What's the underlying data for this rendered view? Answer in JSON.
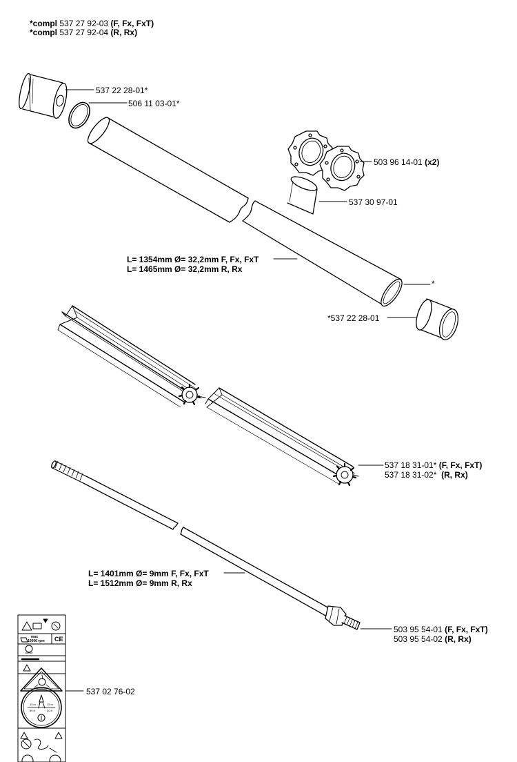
{
  "header": {
    "line1": {
      "prefix": "*compl",
      "number": "537 27 92-03",
      "models": "(F, Fx, FxT)"
    },
    "line2": {
      "prefix": "*compl",
      "number": "537 27 92-04",
      "models": "(R, Rx)"
    }
  },
  "parts": {
    "bushing_top": "537 22 28-01*",
    "o_ring": "506 11 03-01*",
    "vibration_damper": {
      "number": "503 96 14-01",
      "qty": "(x2)"
    },
    "clamp_sleeve": "537 30 97-01",
    "tube_length_line1": "L= 1354mm Ø= 32,2mm F, Fx, FxT",
    "tube_length_line2": "L= 1465mm Ø= 32,2mm R, Rx",
    "tube_end_mark": "*",
    "bushing_bottom": "*537 22 28-01",
    "liner": {
      "line1_number": "537 18 31-01*",
      "line1_models": "(F, Fx, FxT)",
      "line2_number": "537 18 31-02*",
      "line2_models": "(R, Rx)"
    },
    "shaft_length_line1": "L= 1401mm Ø= 9mm F, Fx, FxT",
    "shaft_length_line2": "L= 1512mm Ø= 9mm R, Rx",
    "drive_shaft": {
      "line1_number": "503 95 54-01",
      "line1_models": "(F, Fx, FxT)",
      "line2_number": "503 95 54-02",
      "line2_models": "(R, Rx)"
    },
    "decal": "537 02 76-02"
  },
  "decal_texts": {
    "max": "max",
    "rpm": "10500 rpm",
    "ce": "CE",
    "dist_left": "15 m",
    "dist_right": "15 m",
    "ft_left": "50 ft",
    "ft_right": "50 ft"
  }
}
